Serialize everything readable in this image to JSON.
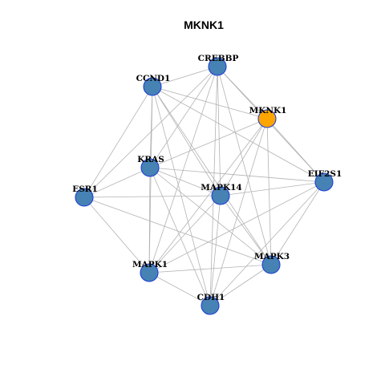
{
  "title": "MKNK1",
  "colors": {
    "node_default": "#4682b4",
    "node_highlight": "#ffa500",
    "node_border": "#1f3fd6",
    "edge": "#b3b3b3"
  },
  "nodes": [
    {
      "id": "CREBBP",
      "label": "CREBBP",
      "highlight": false
    },
    {
      "id": "CCND1",
      "label": "CCND1",
      "highlight": false
    },
    {
      "id": "MKNK1",
      "label": "MKNK1",
      "highlight": true
    },
    {
      "id": "KRAS",
      "label": "KRAS",
      "highlight": false
    },
    {
      "id": "EIF2S1",
      "label": "EIF2S1",
      "highlight": false
    },
    {
      "id": "ESR1",
      "label": "ESR1",
      "highlight": false
    },
    {
      "id": "MAPK14",
      "label": "MAPK14",
      "highlight": false
    },
    {
      "id": "MAPK3",
      "label": "MAPK3",
      "highlight": false
    },
    {
      "id": "MAPK1",
      "label": "MAPK1",
      "highlight": false
    },
    {
      "id": "CDH1",
      "label": "CDH1",
      "highlight": false
    }
  ],
  "edges": [
    [
      "CREBBP",
      "CCND1"
    ],
    [
      "CREBBP",
      "MKNK1"
    ],
    [
      "CREBBP",
      "EIF2S1"
    ],
    [
      "CREBBP",
      "MAPK14"
    ],
    [
      "CREBBP",
      "KRAS"
    ],
    [
      "CREBBP",
      "ESR1"
    ],
    [
      "CREBBP",
      "MAPK1"
    ],
    [
      "CREBBP",
      "CDH1"
    ],
    [
      "CREBBP",
      "MAPK3"
    ],
    [
      "CCND1",
      "MKNK1"
    ],
    [
      "CCND1",
      "KRAS"
    ],
    [
      "CCND1",
      "MAPK14"
    ],
    [
      "CCND1",
      "ESR1"
    ],
    [
      "CCND1",
      "MAPK1"
    ],
    [
      "CCND1",
      "MAPK3"
    ],
    [
      "CCND1",
      "CDH1"
    ],
    [
      "CCND1",
      "EIF2S1"
    ],
    [
      "MKNK1",
      "KRAS"
    ],
    [
      "MKNK1",
      "EIF2S1"
    ],
    [
      "MKNK1",
      "MAPK14"
    ],
    [
      "MKNK1",
      "MAPK1"
    ],
    [
      "MKNK1",
      "MAPK3"
    ],
    [
      "MKNK1",
      "CDH1"
    ],
    [
      "KRAS",
      "ESR1"
    ],
    [
      "KRAS",
      "MAPK14"
    ],
    [
      "KRAS",
      "EIF2S1"
    ],
    [
      "KRAS",
      "MAPK1"
    ],
    [
      "KRAS",
      "MAPK3"
    ],
    [
      "KRAS",
      "CDH1"
    ],
    [
      "ESR1",
      "MAPK14"
    ],
    [
      "ESR1",
      "MAPK1"
    ],
    [
      "ESR1",
      "MAPK3"
    ],
    [
      "MAPK14",
      "EIF2S1"
    ],
    [
      "MAPK14",
      "MAPK1"
    ],
    [
      "MAPK14",
      "MAPK3"
    ],
    [
      "MAPK14",
      "CDH1"
    ],
    [
      "EIF2S1",
      "MAPK3"
    ],
    [
      "EIF2S1",
      "MAPK1"
    ],
    [
      "EIF2S1",
      "CDH1"
    ],
    [
      "MAPK1",
      "MAPK3"
    ],
    [
      "MAPK1",
      "CDH1"
    ],
    [
      "MAPK3",
      "CDH1"
    ]
  ]
}
